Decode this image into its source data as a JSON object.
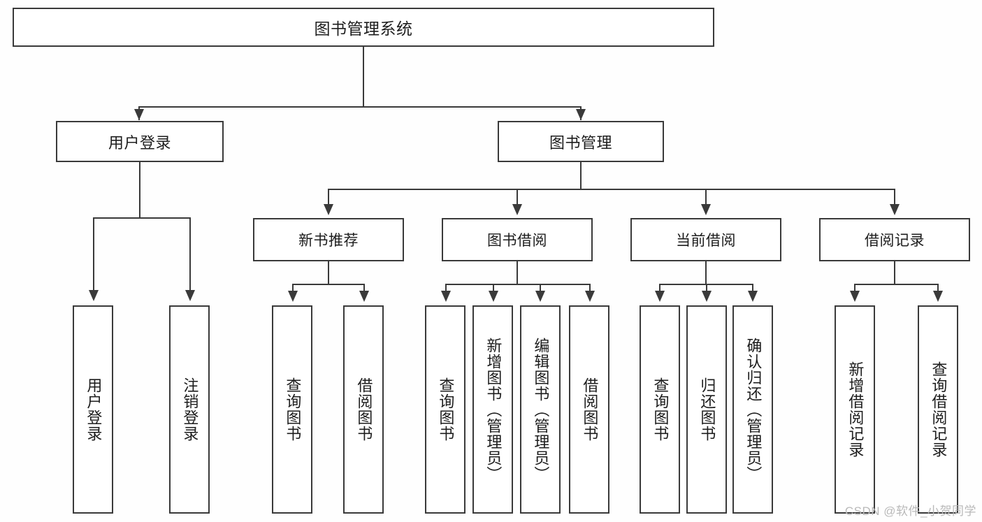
{
  "diagram": {
    "title": "图书管理系统",
    "type": "hierarchy-tree",
    "colors": {
      "background": "#fefefe",
      "stroke": "#3a3a3a",
      "node_fill": "#ffffff",
      "text": "#1d1d1d",
      "watermark": "#b9b9b9"
    },
    "root": {
      "label": "图书管理系统"
    },
    "level2": [
      {
        "label": "用户登录"
      },
      {
        "label": "图书管理"
      }
    ],
    "level3": [
      {
        "label": "新书推荐"
      },
      {
        "label": "图书借阅"
      },
      {
        "label": "当前借阅"
      },
      {
        "label": "借阅记录"
      }
    ],
    "leaves": {
      "user_login": [
        {
          "label": "用户登录"
        },
        {
          "label": "注销登录"
        }
      ],
      "new_book_recommend": [
        {
          "label": "查询图书"
        },
        {
          "label": "借阅图书"
        }
      ],
      "book_borrow": [
        {
          "label": "查询图书"
        },
        {
          "label": "新增图书（管理员）"
        },
        {
          "label": "编辑图书（管理员）"
        },
        {
          "label": "借阅图书"
        }
      ],
      "current_borrow": [
        {
          "label": "查询图书"
        },
        {
          "label": "归还图书"
        },
        {
          "label": "确认归还（管理员）"
        }
      ],
      "borrow_record": [
        {
          "label": "新增借阅记录"
        },
        {
          "label": "查询借阅记录"
        }
      ]
    },
    "watermark": "CSDN @软件_小贺同学"
  }
}
